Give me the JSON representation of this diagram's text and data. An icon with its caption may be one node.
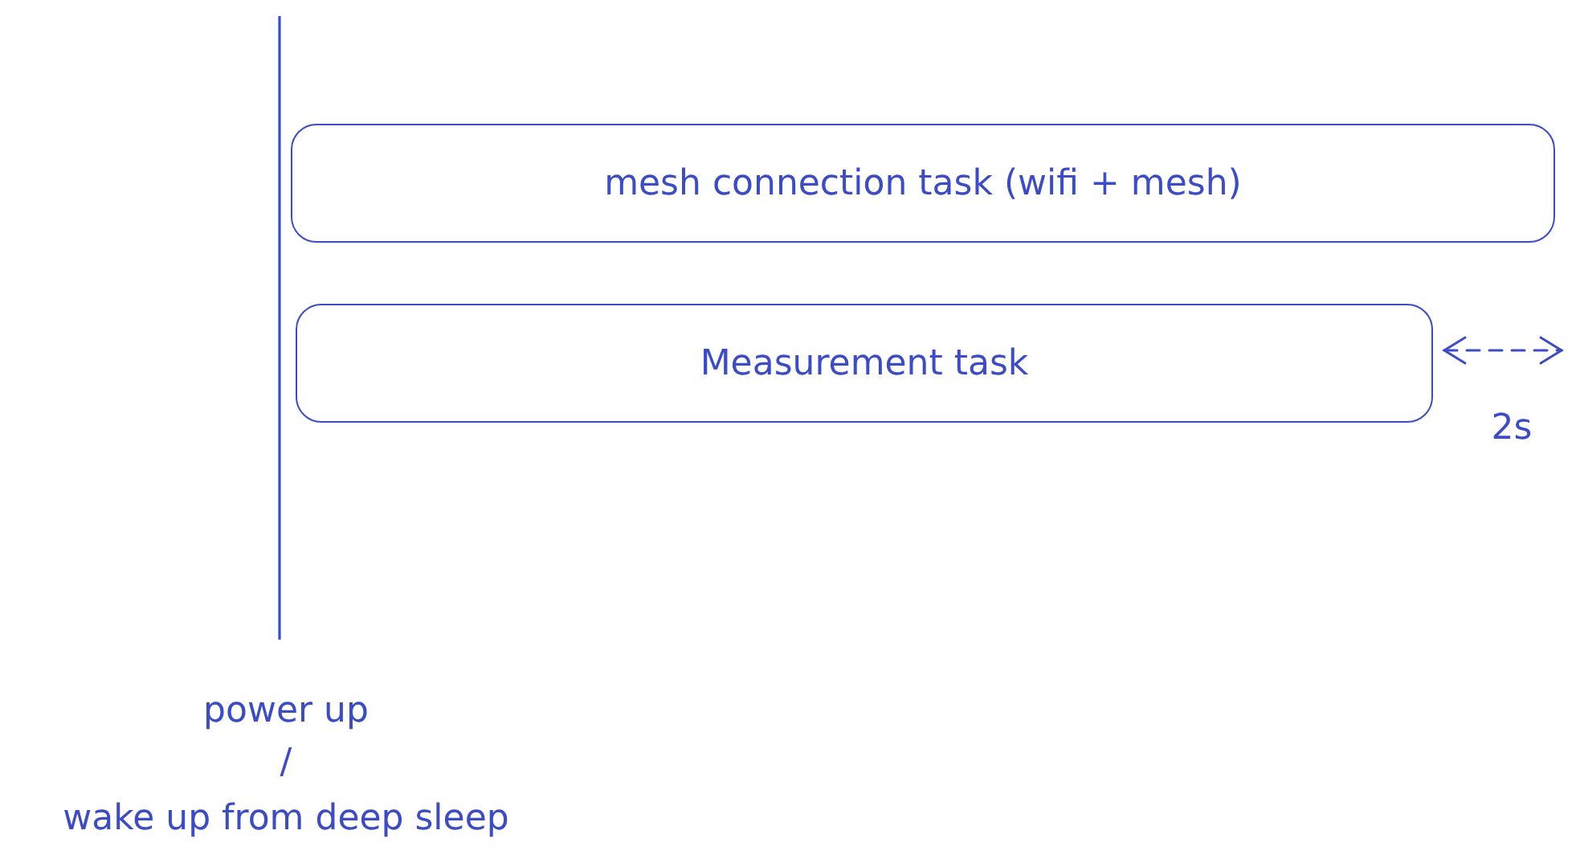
{
  "diagram": {
    "nodes": [
      {
        "text": [
          "mesh connection task (wifi + mesh)"
        ]
      },
      {
        "text": [
          "Measurement task"
        ],
        "beside": [
          "2s"
        ]
      }
    ],
    "labels": [
      "power up",
      "/",
      "wake up from deep sleep"
    ]
  }
}
